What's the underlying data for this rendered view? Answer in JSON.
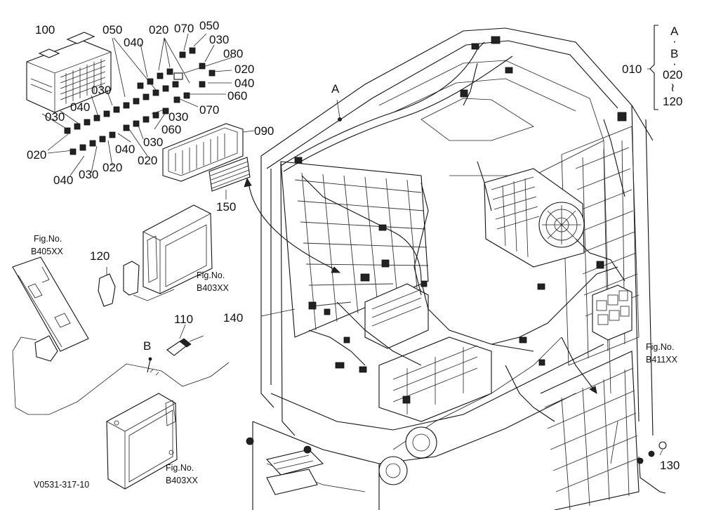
{
  "labels": {
    "p100": "100",
    "p050a": "050",
    "p020a": "020",
    "p070": "070",
    "p050b": "050",
    "p040a": "040",
    "p030a": "030",
    "p080": "080",
    "p020b": "020",
    "p040b": "040",
    "p060a": "060",
    "p030b": "030",
    "p070b": "070",
    "p030c": "030",
    "p040c": "040",
    "p030d": "030",
    "p060b": "060",
    "p030e": "030",
    "p020c": "020",
    "p040d": "040",
    "p020d": "020",
    "p090": "090",
    "p040e": "040",
    "p030f": "030",
    "p020e": "020",
    "p150": "150",
    "p120": "120",
    "p110": "110",
    "p140": "140",
    "p130": "130",
    "p010": "010",
    "A": "A",
    "B": "B",
    "figno": "Fig.No.",
    "b405": "B405XX",
    "b403a": "B403XX",
    "b403b": "B403XX",
    "b411": "B411XX",
    "bracket_A": "A",
    "bracket_dot1": "·",
    "bracket_B": "B",
    "bracket_dot2": "·",
    "bracket_020": "020",
    "bracket_tilde": "≀",
    "bracket_120": "120",
    "drawing_no": "V0531-317-10"
  }
}
